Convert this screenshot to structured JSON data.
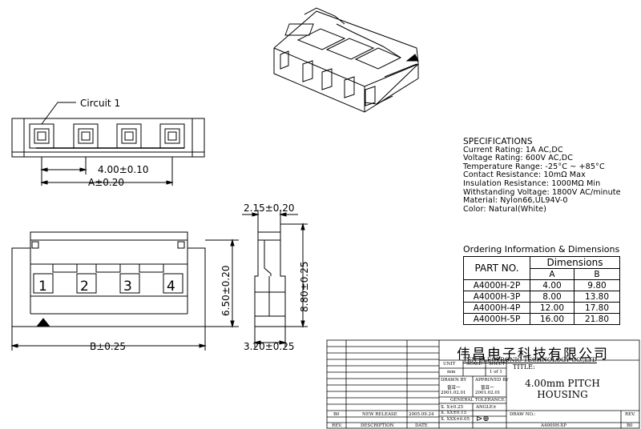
{
  "callouts": {
    "circuit": "Circuit 1",
    "pitch_dim": "4.00±0.10",
    "a_dim": "A±0.20",
    "b_dim": "B±0.25",
    "height_dim": "6.50±0.20",
    "side_top_dim": "2.15±0.20",
    "side_height_dim": "8.80±0.25",
    "side_width_dim": "3.20±0.25",
    "pin_numbers": [
      "1",
      "2",
      "3",
      "4"
    ]
  },
  "specifications": {
    "heading": "SPECIFICATIONS",
    "lines": [
      "Current Rating: 1A AC,DC",
      "Voltage Rating: 600V AC,DC",
      "Temperature Range: -25°C ~ +85°C",
      "Contact Resistance: 10mΩ Max",
      "Insulation Resistance: 1000MΩ Min",
      "Withstanding Voltage: 1800V AC/minute",
      "Material: Nylon66,UL94V-0",
      "Color: Natural(White)"
    ]
  },
  "ordering": {
    "title": "Ordering Information & Dimensions",
    "part_header": "PART NO.",
    "dims_header": "Dimensions",
    "col_a": "A",
    "col_b": "B",
    "rows": [
      {
        "part": "A4000H-2P",
        "a": "4.00",
        "b": "9.80"
      },
      {
        "part": "A4000H-3P",
        "a": "8.00",
        "b": "13.80"
      },
      {
        "part": "A4000H-4P",
        "a": "12.00",
        "b": "17.80"
      },
      {
        "part": "A4000H-5P",
        "a": "16.00",
        "b": "21.80"
      }
    ]
  },
  "title_block": {
    "company_cn": "伟昌电子科技有限公司",
    "company_en": "TEN ELECTRONIC TECHNOLOGY CO.,LTD",
    "unit_label": "UNIT",
    "scale_label": "SCALE",
    "sheet_label": "SHEET",
    "unit_value": "mm",
    "sheet_value": "1 of 1",
    "title_label": "TITLE:",
    "part_title_line1": "4.00mm PITCH",
    "part_title_line2": "HOUSING",
    "drawn_by_label": "DRAWN BY",
    "approved_by_label": "APPROVED BY",
    "drawn_name": "曾耳一",
    "approved_name": "曾耳一",
    "drawn_date": "2001.02.01",
    "approved_date": "2001.02.01",
    "tolerance_label": "GENERAL TOLERANCE",
    "tol_x1": "X. X±0.25",
    "tol_x2": "X. XX±0.15",
    "tol_x3": "X. XXX±0.05",
    "angle_label": "ANGLE±",
    "rev_code": "B0",
    "rev_desc": "NEW RELEASE",
    "rev_date": "2005.09.24",
    "rev_header": "REV.",
    "desc_header": "DESCRIPTION",
    "date_header": "DATE",
    "drawing_no_label": "DRAW NO.:",
    "drawing_no": "A4000H-XP",
    "rev_label": "REV.",
    "rev_value": "B0"
  }
}
